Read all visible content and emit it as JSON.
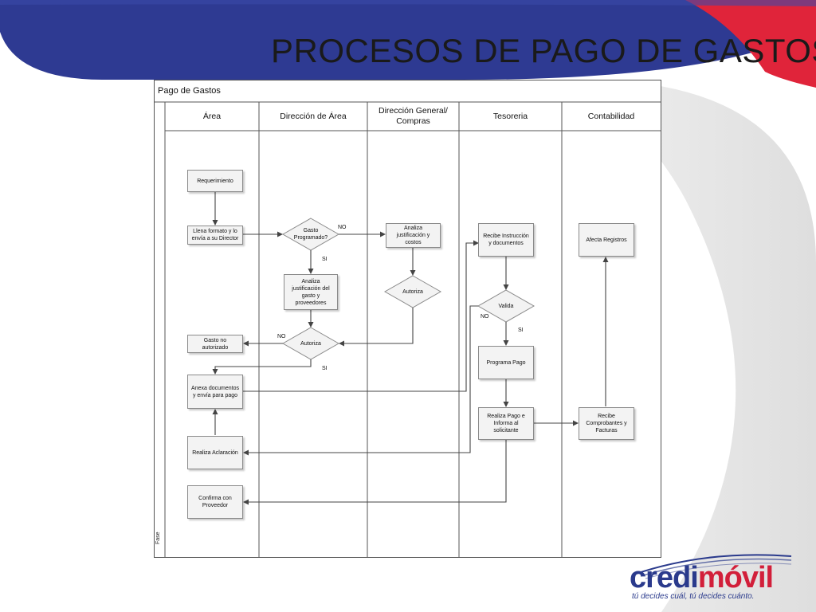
{
  "slide": {
    "title": "PROCESOS DE PAGO DE GASTOS"
  },
  "diagram": {
    "pool_title": "Pago de Gastos",
    "phase_label": "Fase",
    "lanes": [
      {
        "id": "area",
        "label": "Área"
      },
      {
        "id": "direccion",
        "label": "Dirección de Área"
      },
      {
        "id": "general",
        "label": "Dirección General/ Compras"
      },
      {
        "id": "tesoreria",
        "label": "Tesoreria"
      },
      {
        "id": "contabilidad",
        "label": "Contabilidad"
      }
    ],
    "nodes": {
      "requerimiento": "Requerimiento",
      "llena_formato": "Llena formato y lo envía a su Director",
      "gasto_programado": "Gasto Programado?",
      "analiza_justificacion_dir": "Analiza justificación del gasto y proveedores",
      "autoriza_dir": "Autoriza",
      "gasto_no_autorizado": "Gasto no autorizado",
      "anexa_documentos": "Anexa documentos y envía para pago",
      "realiza_aclaracion": "Realiza Aclaración",
      "confirma_proveedor": "Confirma con Proveedor",
      "analiza_justificacion_gen": "Analiza justificación y costos",
      "autoriza_gen": "Autoriza",
      "recibe_instruccion": "Recibe Instrucción y documentos",
      "valida": "Valida",
      "programa_pago": "Programa Pago",
      "realiza_pago": "Realiza Pago e Informa al solicitante",
      "recibe_comprobantes": "Recibe Comprobantes y Facturas",
      "afecta_registros": "Afecta Registros"
    },
    "edge_labels": {
      "gasto_no": "NO",
      "gasto_si": "SI",
      "autoriza_no": "NO",
      "autoriza_si": "SI",
      "valida_no": "NO",
      "valida_si": "SI"
    }
  },
  "brand": {
    "word_part1": "credi",
    "word_part2": "móvil",
    "tagline": "tú decides cuál, tú decides cuánto.",
    "primary_color": "#2a3a8c",
    "accent_color": "#d21f3a"
  }
}
